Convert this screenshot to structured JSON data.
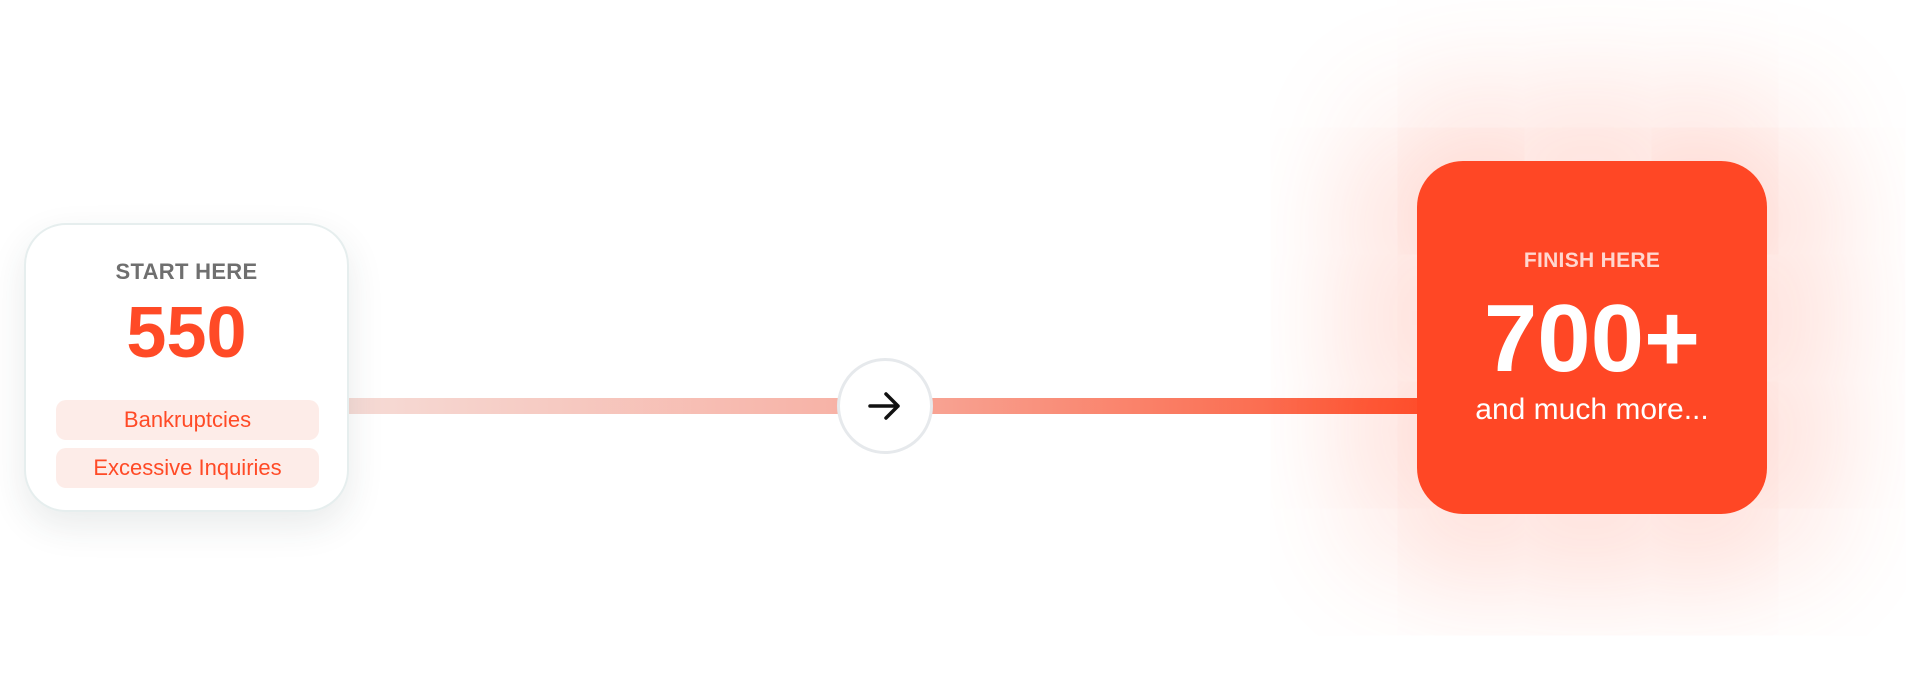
{
  "start": {
    "label": "START HERE",
    "score": "550",
    "items": [
      "Bankruptcies",
      "Excessive Inquiries"
    ]
  },
  "connector": {
    "icon": "arrow-right-icon"
  },
  "finish": {
    "label": "FINISH HERE",
    "score": "700+",
    "subtitle": "and much more..."
  },
  "colors": {
    "accent": "#ff4725",
    "tag_bg": "#fdece8",
    "muted_text": "#6f6f6f"
  }
}
